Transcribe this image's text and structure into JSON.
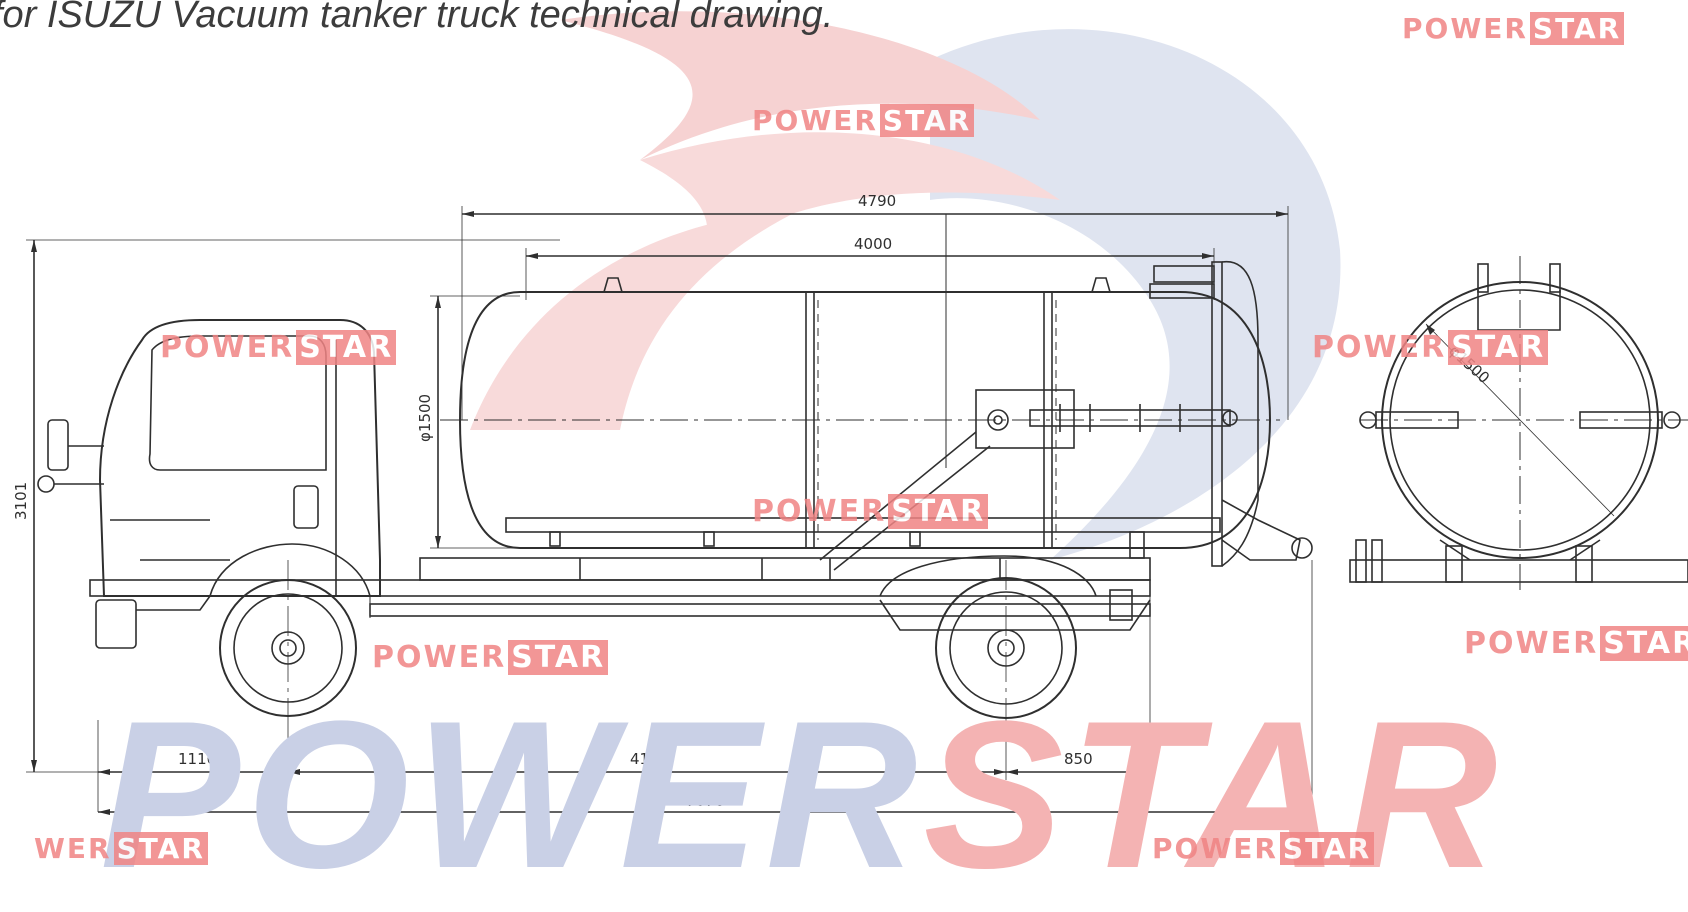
{
  "caption": "for ISUZU Vacuum tanker truck technical drawing.",
  "watermark": {
    "part1": "POWER",
    "part2": "STAR",
    "edge_left": "WER",
    "big_part1": "POWER",
    "big_part2": "STAR"
  },
  "dimensions": {
    "tank_total_length": "4790",
    "tank_body_length": "4000",
    "tank_diameter_side": "φ1500",
    "total_height": "3101",
    "front_overhang": "1110",
    "wheelbase": "4175",
    "rear_overhang": "850",
    "overall_length": "7076",
    "tank_diameter_end": "φ1500"
  },
  "colors": {
    "line": "#2f2f2f",
    "watermark_red": "#f08484",
    "watermark_blue": "#c9d0e6"
  }
}
